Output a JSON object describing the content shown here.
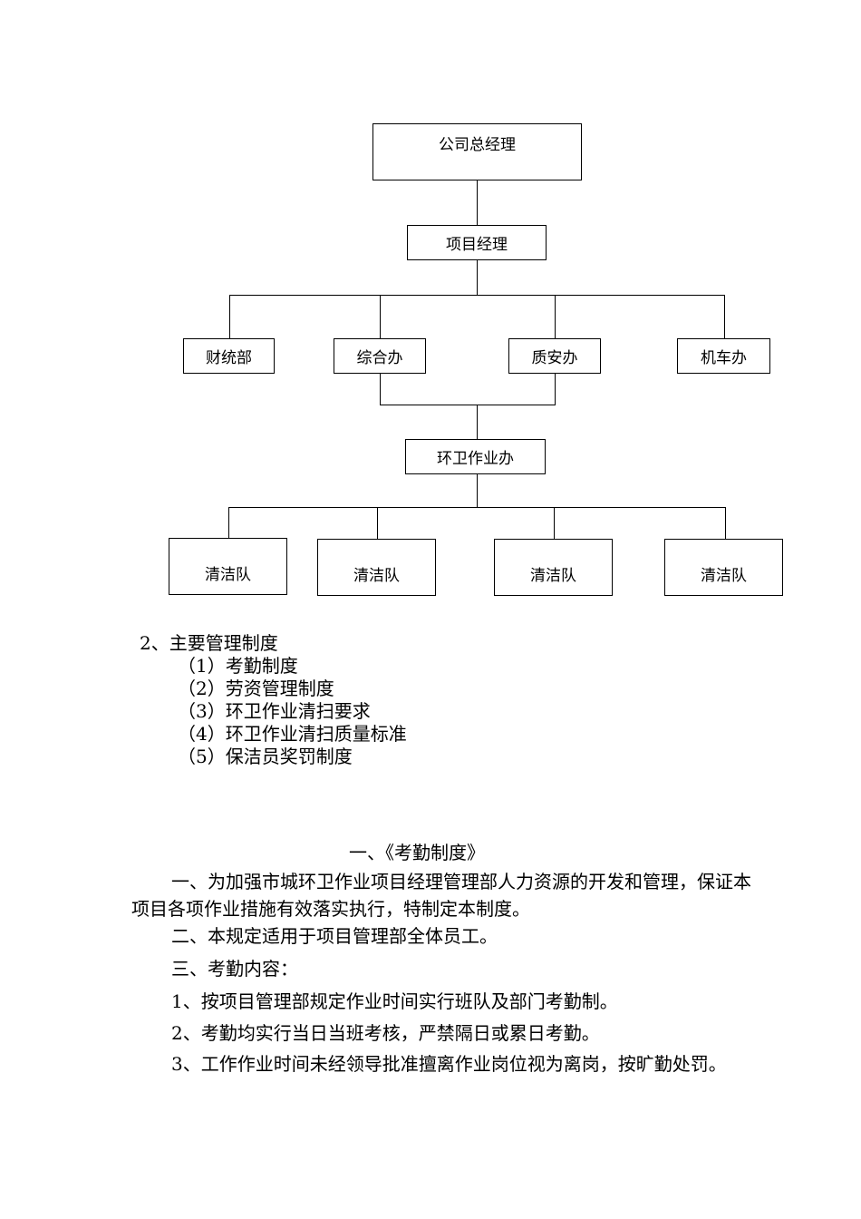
{
  "org_chart": {
    "general_manager": "公司总经理",
    "project_manager": "项目经理",
    "departments": [
      "财统部",
      "综合办",
      "质安办",
      "机车办"
    ],
    "sanitation_office": "环卫作业办",
    "teams": [
      "清洁队",
      "清洁队",
      "清洁队",
      "清洁队"
    ]
  },
  "section": {
    "heading": "2、主要管理制度",
    "items": [
      "（1）考勤制度",
      "（2）劳资管理制度",
      "（3）环卫作业清扫要求",
      "（4）环卫作业清扫质量标准",
      "（5）保洁员奖罚制度"
    ]
  },
  "article": {
    "title": "一、《考勤制度》",
    "paragraphs": [
      "一、为加强市城环卫作业项目经理管理部人力资源的开发和管理，保证本项目各项作业措施有效落实执行，特制定本制度。",
      "二、本规定适用于项目管理部全体员工。",
      "三、考勤内容：",
      "1、按项目管理部规定作业时间实行班队及部门考勤制。",
      "2、考勤均实行当日当班考核，严禁隔日或累日考勤。",
      "3、工作作业时间未经领导批准擅离作业岗位视为离岗，按旷勤处罚。"
    ]
  }
}
